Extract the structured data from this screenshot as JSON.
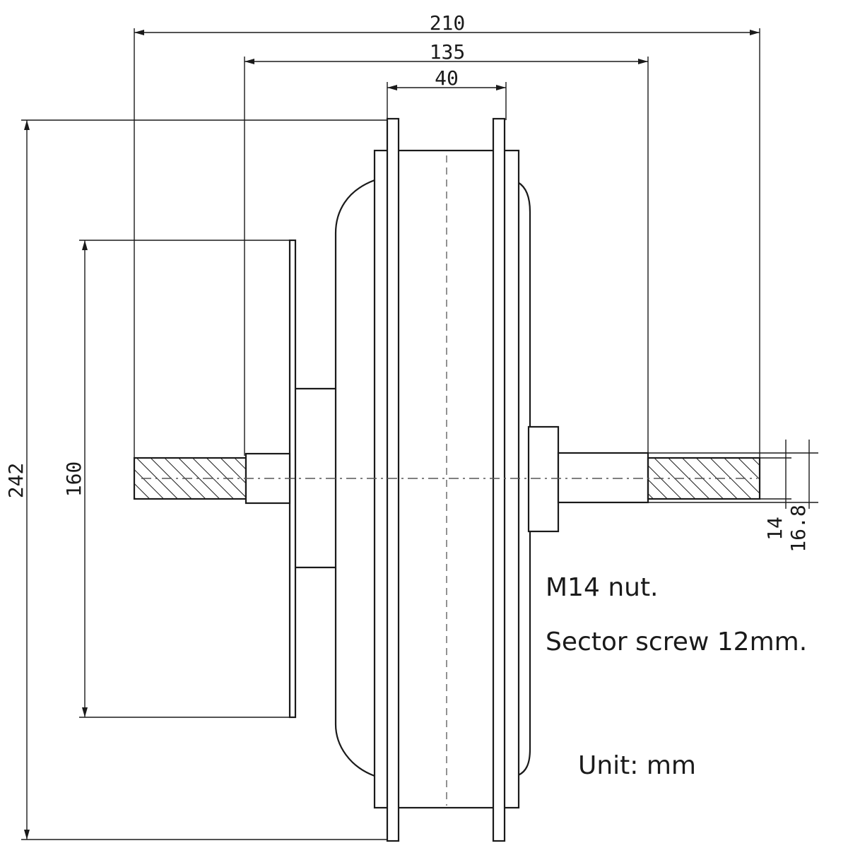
{
  "dimensions": {
    "overall_axle_length": "210",
    "dropout_spacing": "135",
    "hub_width": "40",
    "overall_height": "242",
    "disc_height": "160",
    "axle_flat": "14",
    "axle_diameter": "16.8"
  },
  "notes": {
    "nut": "M14 nut.",
    "screw": "Sector screw 12mm.",
    "unit": "Unit: mm"
  },
  "colors": {
    "line": "#1a1a1a",
    "background": "#ffffff"
  }
}
